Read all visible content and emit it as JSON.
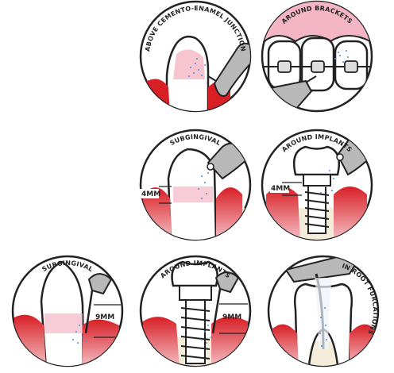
{
  "panels": [
    {
      "id": "cej",
      "label": "ABOVE CEMENTO-ENAMEL JUNCTION"
    },
    {
      "id": "brackets",
      "label": "AROUND BRACKETS"
    },
    {
      "id": "subgingival_4",
      "label": "SUBGINGIVAL",
      "depth": "4MM"
    },
    {
      "id": "implants_4",
      "label": "AROUND IMPLANTS",
      "depth": "4MM"
    },
    {
      "id": "subgingival_9",
      "label": "SUBGINGIVAL",
      "depth": "9MM"
    },
    {
      "id": "implants_9",
      "label": "AROUND IMPLANTS",
      "depth": "9MM"
    },
    {
      "id": "furcations",
      "label": "IN ROOT FURCATIONS"
    }
  ],
  "colors": {
    "outline": "#222222",
    "gum_red": "#d81f26",
    "gum_pink": "#f4b6c4",
    "tooth_white": "#ffffff",
    "spray_blue": "#4a8fd4",
    "instrument_gray": "#b8b8b8",
    "bone_beige": "#f3ecd9"
  }
}
